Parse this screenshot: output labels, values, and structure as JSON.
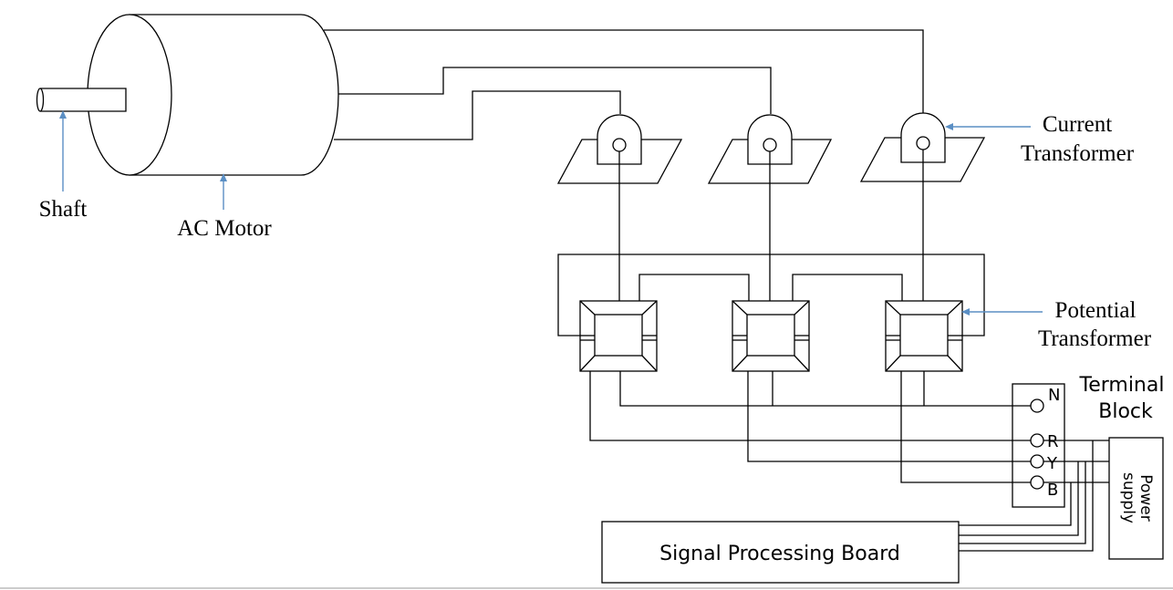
{
  "labels": {
    "shaft": "Shaft",
    "ac_motor": "AC Motor",
    "current_transformer_line1": "Current",
    "current_transformer_line2": "Transformer",
    "potential_transformer_line1": "Potential",
    "potential_transformer_line2": "Transformer",
    "terminal_block_line1": "Terminal",
    "terminal_block_line2": "Block",
    "terminal_n": "N",
    "terminal_r": "R",
    "terminal_y": "Y",
    "terminal_b": "B",
    "power_supply_line1": "Power",
    "power_supply_line2": "supply",
    "signal_processing_board": "Signal Processing Board"
  },
  "colors": {
    "line": "#000000",
    "annotation_arrow": "#5b8fc4",
    "background": "#ffffff"
  }
}
